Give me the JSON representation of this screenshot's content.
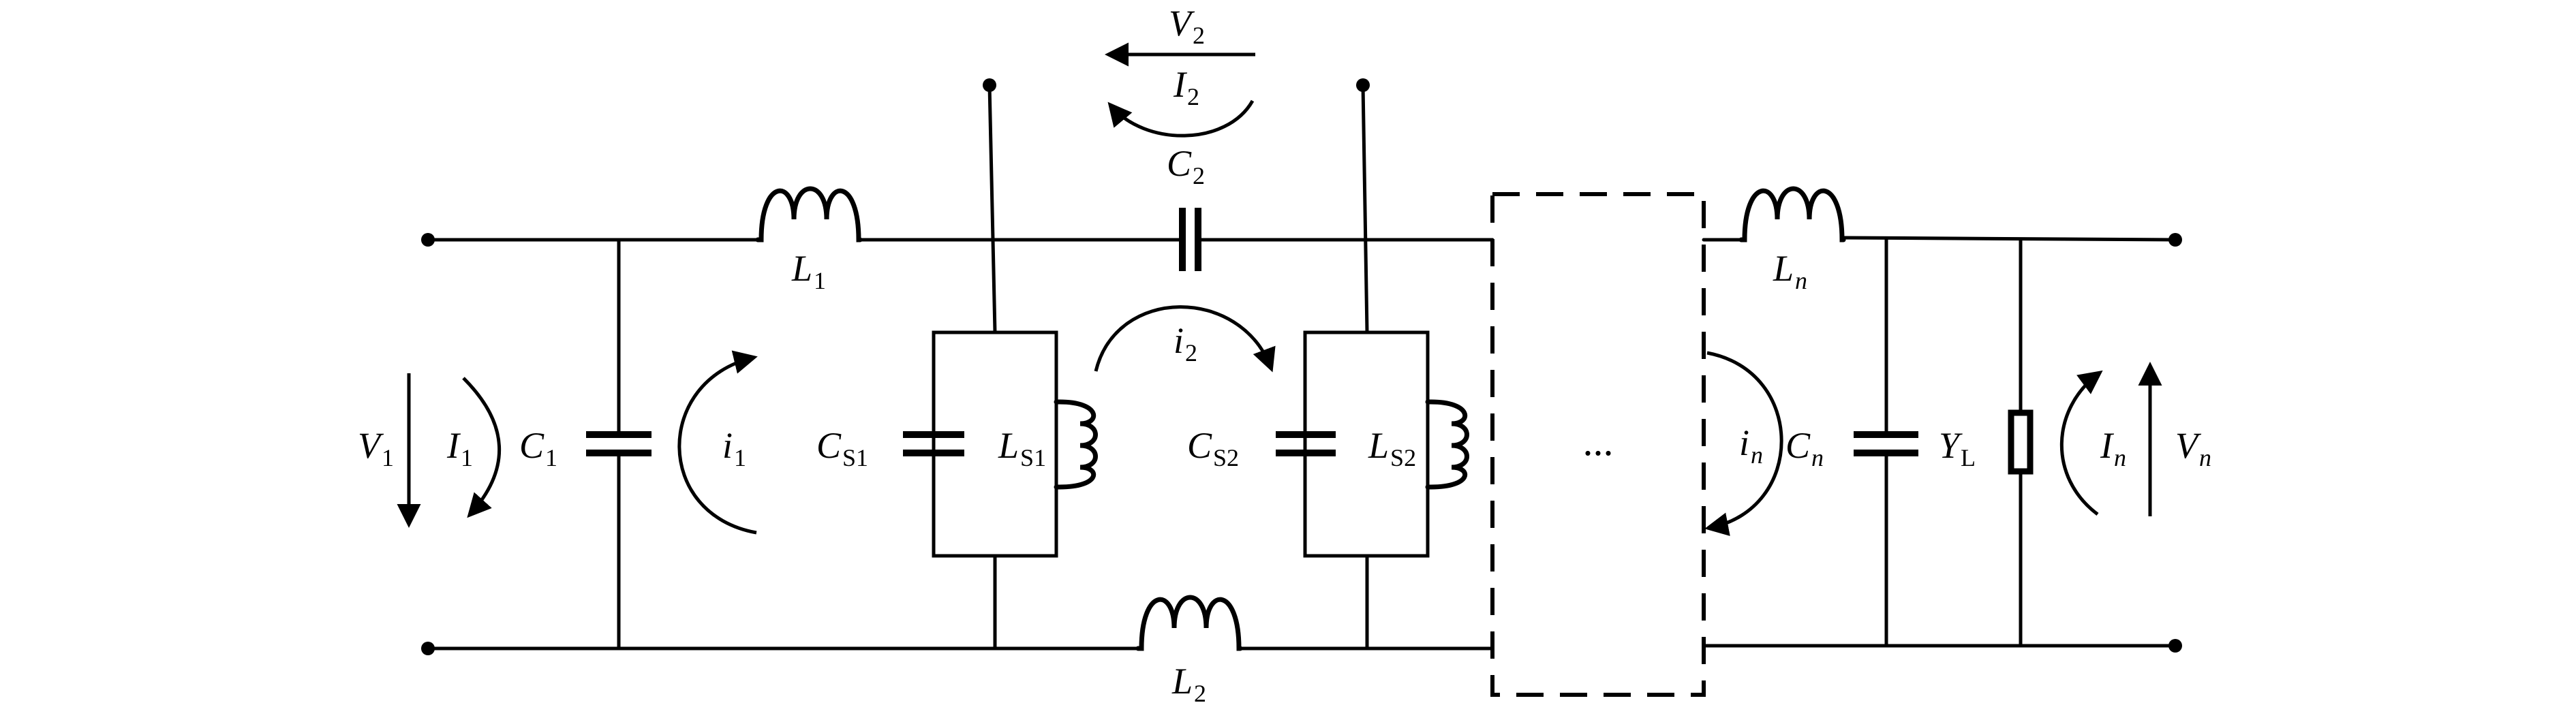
{
  "labels": {
    "V1": "V",
    "V1_sub": "1",
    "I1": "I",
    "I1_sub": "1",
    "C1": "C",
    "C1_sub": "1",
    "i1": "i",
    "i1_sub": "1",
    "L1": "L",
    "L1_sub": "1",
    "CS1": "C",
    "CS1_sub": "S1",
    "LS1": "L",
    "LS1_sub": "S1",
    "i2": "i",
    "i2_sub": "2",
    "V2": "V",
    "V2_sub": "2",
    "I2": "I",
    "I2_sub": "2",
    "C2": "C",
    "C2_sub": "2",
    "CS2": "C",
    "CS2_sub": "S2",
    "LS2": "L",
    "LS2_sub": "S2",
    "L2": "L",
    "L2_sub": "2",
    "ellipsis": "...",
    "Ln": "L",
    "Ln_sub": "n",
    "in": "i",
    "in_sub": "n",
    "Cn": "C",
    "Cn_sub": "n",
    "YL": "Y",
    "YL_sub": "L",
    "In": "I",
    "In_sub": "n",
    "Vn": "V",
    "Vn_sub": "n"
  }
}
